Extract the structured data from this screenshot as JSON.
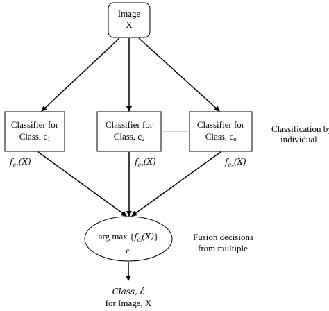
{
  "diagram": {
    "input_node": {
      "line1": "Image",
      "line2": "X"
    },
    "classifiers": [
      {
        "line1": "Classifier for",
        "line2_prefix": "Class, c",
        "line2_sub": "1",
        "fn": "f",
        "fn_sub": "c",
        "fn_subsub": "1",
        "fn_arg": "(X)"
      },
      {
        "line1": "Classifier for",
        "line2_prefix": "Class, c",
        "line2_sub": "2",
        "fn": "f",
        "fn_sub": "c",
        "fn_subsub": "2",
        "fn_arg": "(X)"
      },
      {
        "line1": "Classifier for",
        "line2_prefix": "Class, c",
        "line2_sub": "n",
        "fn": "f",
        "fn_sub": "c",
        "fn_subsub": "n",
        "fn_arg": "(X)"
      }
    ],
    "classification_note": {
      "line1": "Classification by",
      "line2": "individual"
    },
    "fusion_node": {
      "prefix": "arg max {",
      "fn": "f",
      "fn_sub": "c",
      "fn_subsub": "i",
      "fn_arg": "(X)",
      "suffix": "}",
      "line2_prefix": "c",
      "line2_sub": "i"
    },
    "fusion_note": {
      "line1": "Fusion decisions",
      "line2": "from multiple"
    },
    "output": {
      "line1": "Class, ĉ",
      "line2": "for Image, X"
    }
  },
  "colors": {
    "stroke": "#000000",
    "connector": "#aaaaaa",
    "background": "#ffffff"
  }
}
